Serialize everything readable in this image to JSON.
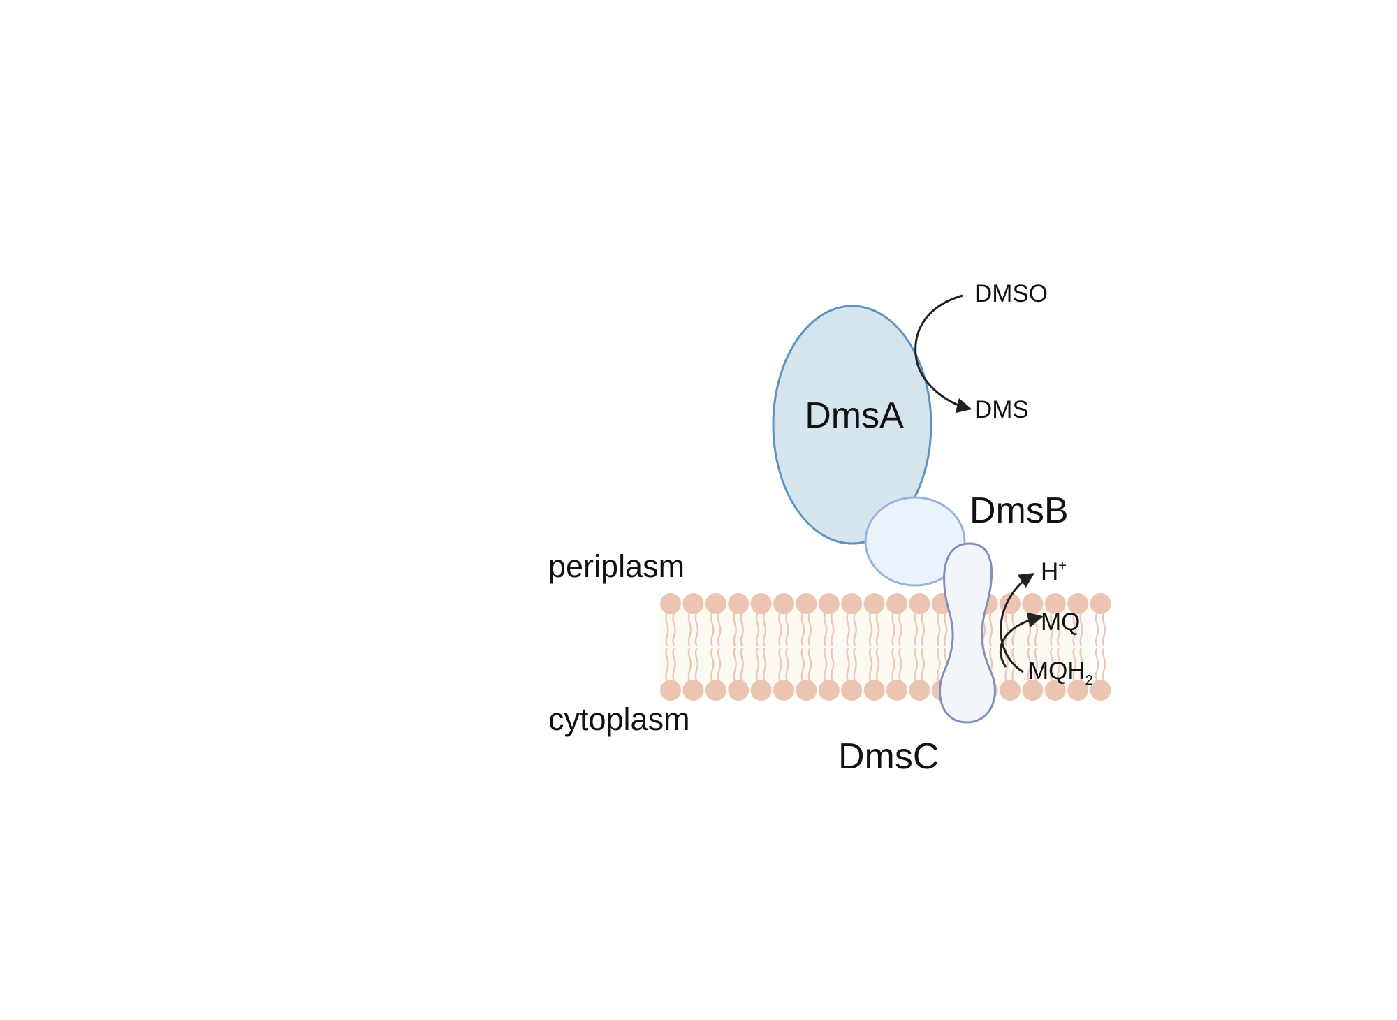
{
  "labels": {
    "dmsa": "DmsA",
    "dmsb": "DmsB",
    "dmsc": "DmsC",
    "periplasm": "periplasm",
    "cytoplasm": "cytoplasm",
    "dmso": "DMSO",
    "dms": "DMS",
    "h_plus": "H",
    "h_plus_charge": "+",
    "mq": "MQ",
    "mqh2": "MQH",
    "mqh2_subscript": "2"
  },
  "colors": {
    "dmsa_fill": "#d6e4ed",
    "dmsa_stroke": "#5b93c2",
    "dmsb_fill": "#eaf3fb",
    "dmsb_stroke": "#96b4dc",
    "dmsc_fill": "#f2f5fa",
    "dmsc_stroke": "#8090b8",
    "lipid_head": "#ebc4b2",
    "lipid_tail": "#e8c8b8",
    "membrane_bg": "#fdfaf3",
    "arrow": "#222222"
  }
}
